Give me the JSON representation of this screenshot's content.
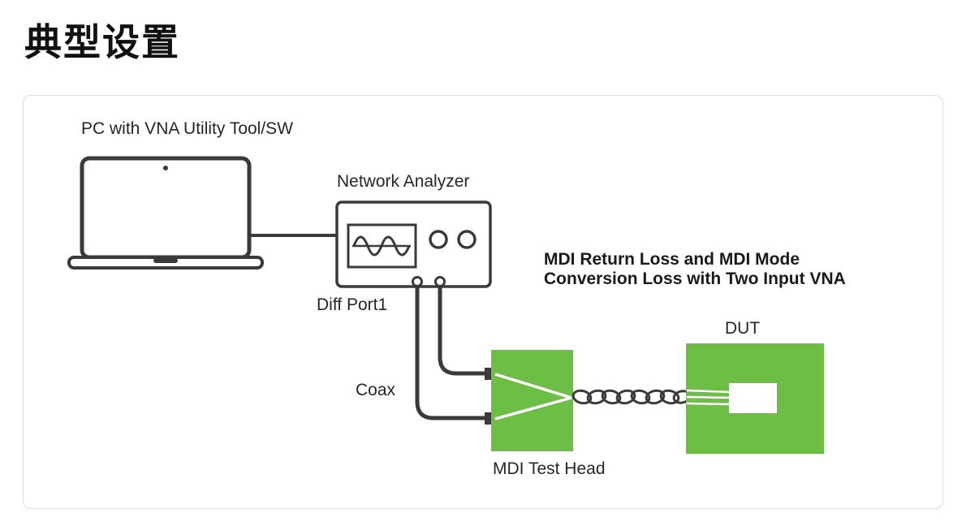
{
  "page": {
    "title": "典型设置"
  },
  "diagram": {
    "labels": {
      "pc": "PC with VNA Utility Tool/SW",
      "network_analyzer": "Network Analyzer",
      "diff_port1": "Diff Port1",
      "coax": "Coax",
      "description_line1": "MDI Return Loss and MDI Mode",
      "description_line2": "Conversion Loss with Two Input VNA",
      "dut": "DUT",
      "mdi_test_head": "MDI Test Head"
    },
    "colors": {
      "accent_green": "#6DBE45",
      "line_dark": "#3A3A3A",
      "label_text": "#262626",
      "box_border": "#DCDCDC"
    }
  }
}
